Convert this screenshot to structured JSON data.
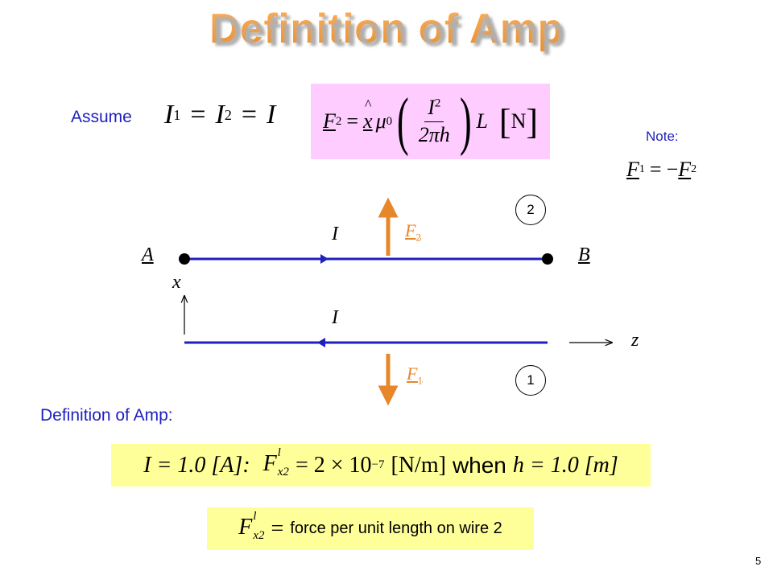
{
  "title": "Definition of Amp",
  "assume_label": "Assume",
  "assume_eq": {
    "i1": "I",
    "i1_sub": "1",
    "eq1": "=",
    "i2": "I",
    "i2_sub": "2",
    "eq2": "=",
    "i": "I"
  },
  "force_eq": {
    "lhs": "F",
    "lhs_sub": "2",
    "equals": "=",
    "xhat": "x",
    "mu": "μ",
    "mu_sub": "0",
    "num_i": "I",
    "num_exp": "2",
    "den": "2πh",
    "L": "L",
    "unit": "N",
    "bg_color": "#ffccff"
  },
  "note": {
    "label": "Note:",
    "f1": "F",
    "f1_sub": "1",
    "eq": "=",
    "minus": "−",
    "f2": "F",
    "f2_sub": "2"
  },
  "diagram": {
    "wire_top_label": "2",
    "wire_bottom_label": "1",
    "point_a": "A",
    "point_b": "B",
    "current_top": "I",
    "current_bottom": "I",
    "force_top": "F",
    "force_top_sub": "2",
    "force_bottom": "F",
    "force_bottom_sub": "1",
    "axis_x": "x",
    "axis_z": "z",
    "wire_color": "#1f1fbf",
    "force_color": "#e8862a"
  },
  "definition_label": "Definition of Amp:",
  "definition_eq": {
    "part1": "I = 1.0 [A]:",
    "f": "F",
    "f_sup": "l",
    "f_sub": "x2",
    "part2": "= 2 × 10",
    "exp": "−7",
    "part3": "[N/m]",
    "when": "when",
    "h_part": "h = 1.0 [m]",
    "bg_color": "#ffff99"
  },
  "def_box": {
    "f": "F",
    "f_sup": "l",
    "f_sub": "x2",
    "eq": "=",
    "text": "force per unit length on wire 2",
    "bg_color": "#ffff99"
  },
  "page_number": "5"
}
